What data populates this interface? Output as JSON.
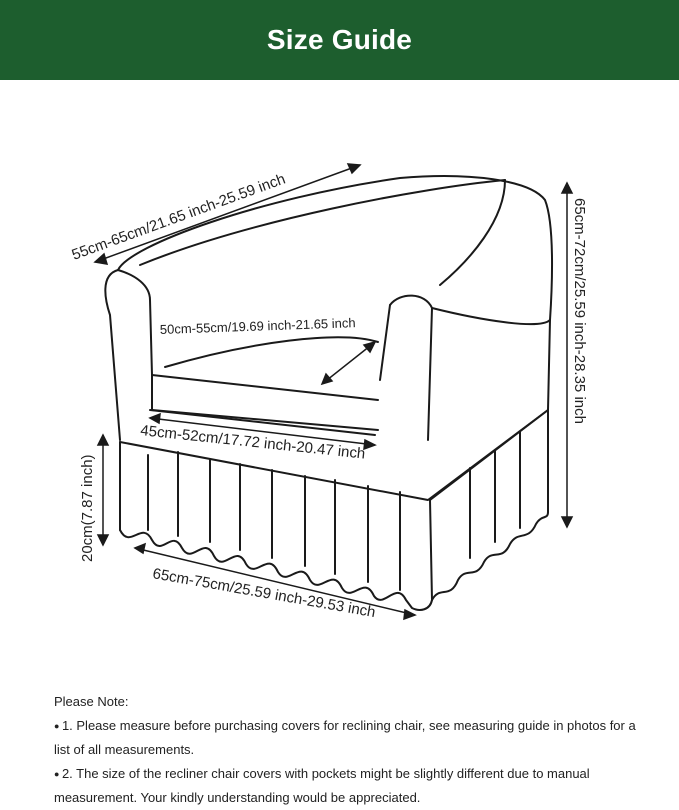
{
  "header": {
    "title": "Size Guide"
  },
  "diagram": {
    "dimensions": {
      "back_width": "55cm-65cm/21.65 inch-25.59 inch",
      "seat_depth": "50cm-55cm/19.69 inch-21.65 inch",
      "seat_width": "45cm-52cm/17.72 inch-20.47 inch",
      "total_height": "65cm-72cm/25.59 inch-28.35 inch",
      "skirt_height": "20cm(7.87 inch)",
      "bottom_width": "65cm-75cm/25.59 inch-29.53 inch"
    }
  },
  "notes": {
    "heading": "Please Note:",
    "items": [
      "1. Please measure before purchasing covers for reclining chair, see measuring guide in photos for a list of all measurements.",
      "2. The size of the recliner chair covers with pockets might be slightly different due to manual measurement. Your kindly understanding would be appreciated."
    ]
  },
  "colors": {
    "banner": "#1d5e2e",
    "banner_text": "#ffffff"
  }
}
